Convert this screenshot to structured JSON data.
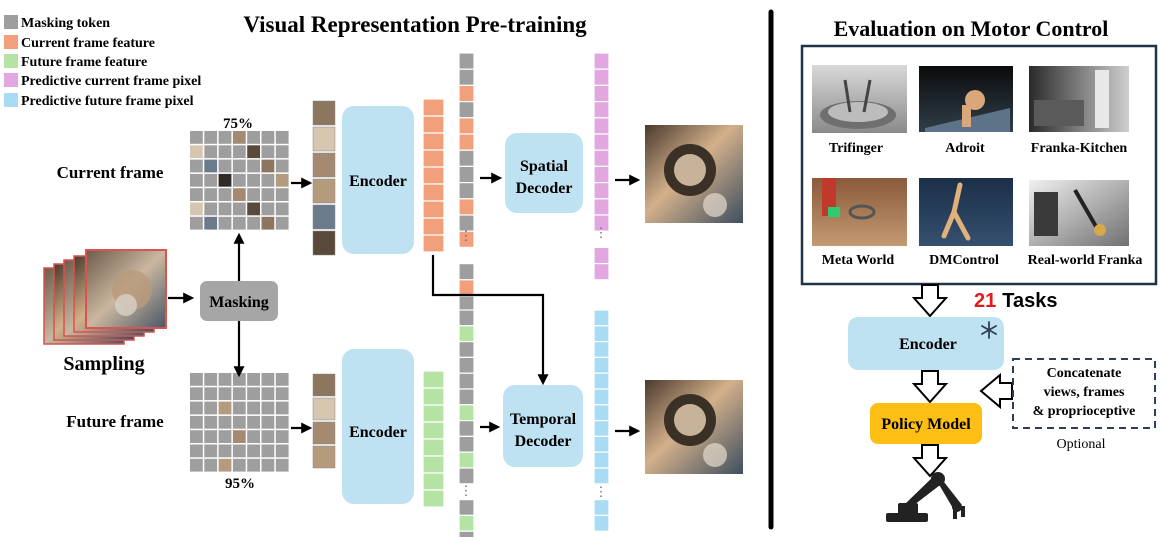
{
  "legend": [
    {
      "label": "Masking token",
      "color": "#9e9e9e"
    },
    {
      "label": "Current frame feature",
      "color": "#f2a07b"
    },
    {
      "label": "Future frame feature",
      "color": "#b5e3a3"
    },
    {
      "label": "Predictive current frame pixel",
      "color": "#e2a6e0"
    },
    {
      "label": "Predictive future frame pixel",
      "color": "#a7dcf2"
    }
  ],
  "left": {
    "title": "Visual Representation Pre-training",
    "current_frame_label": "Current frame",
    "future_frame_label": "Future frame",
    "current_ratio": "75%",
    "future_ratio": "95%",
    "sampling_label": "Sampling",
    "masking_label": "Masking",
    "encoder_label": "Encoder",
    "spatial_decoder_label": "Spatial Decoder",
    "temporal_decoder_label": "Temporal Decoder",
    "ellipsis": "⋮"
  },
  "right": {
    "title": "Evaluation on Motor Control",
    "tasks": [
      {
        "label": "Trifinger"
      },
      {
        "label": "Adroit"
      },
      {
        "label": "Franka-Kitchen"
      },
      {
        "label": "Meta World"
      },
      {
        "label": "DMControl"
      },
      {
        "label": "Real-world Franka"
      }
    ],
    "tasks_count": "21",
    "tasks_word": "Tasks",
    "encoder_label": "Encoder",
    "freeze_icon": "snowflake-icon",
    "policy_label": "Policy Model",
    "concat_lines": [
      "Concatenate",
      "views, frames",
      "& proprioceptive"
    ],
    "optional_label": "Optional"
  },
  "colors": {
    "mask": "#9e9e9e",
    "current": "#f2a07b",
    "future": "#b5e3a3",
    "pred_current": "#e2a6e0",
    "pred_future": "#a7dcf2",
    "box_blue": "#bfe2f2",
    "masking_box": "#a6a6a6",
    "policy": "#fdbf13",
    "tasks_red": "#e31a1c",
    "robot": "#222222",
    "panel_border": "#1f3346"
  }
}
